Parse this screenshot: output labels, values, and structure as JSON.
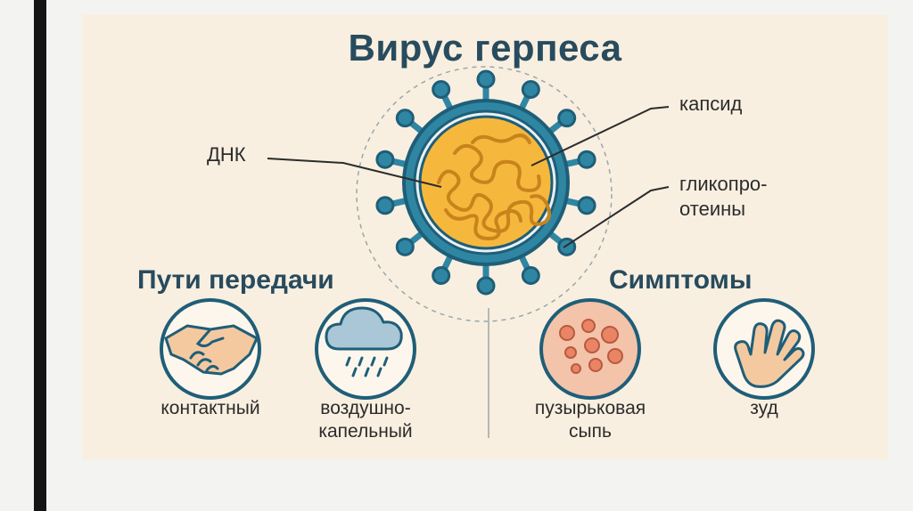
{
  "diagram": {
    "title": "Вирус герпеса",
    "labels": {
      "dnk": "ДНК",
      "capsid": "капсид",
      "glyco_line1": "гликопро-",
      "glyco_line2": "отеины"
    },
    "transmission": {
      "heading": "Пути передачи",
      "items": [
        {
          "label": "контактный",
          "icon": "handshake-icon"
        },
        {
          "label_line1": "воздушно-",
          "label_line2": "капельный",
          "icon": "cloud-rain-icon"
        }
      ]
    },
    "symptoms": {
      "heading": "Симптомы",
      "items": [
        {
          "label_line1": "пузырьковая",
          "label_line2": "сыпь",
          "icon": "blister-rash-icon"
        },
        {
          "label": "зуд",
          "icon": "hand-itch-icon"
        }
      ]
    }
  },
  "colors": {
    "heading": "#284b5e",
    "envelope": "#2f86a3",
    "envelope_dark": "#1f5e78",
    "core": "#f5b83d",
    "dna": "#c9831c",
    "icon_circle": "#1f5e78",
    "hand_fill": "#f4c9a0",
    "rash_fill": "#f3c3aa",
    "blister": "#e98465",
    "cloud": "#a9c7d6"
  }
}
